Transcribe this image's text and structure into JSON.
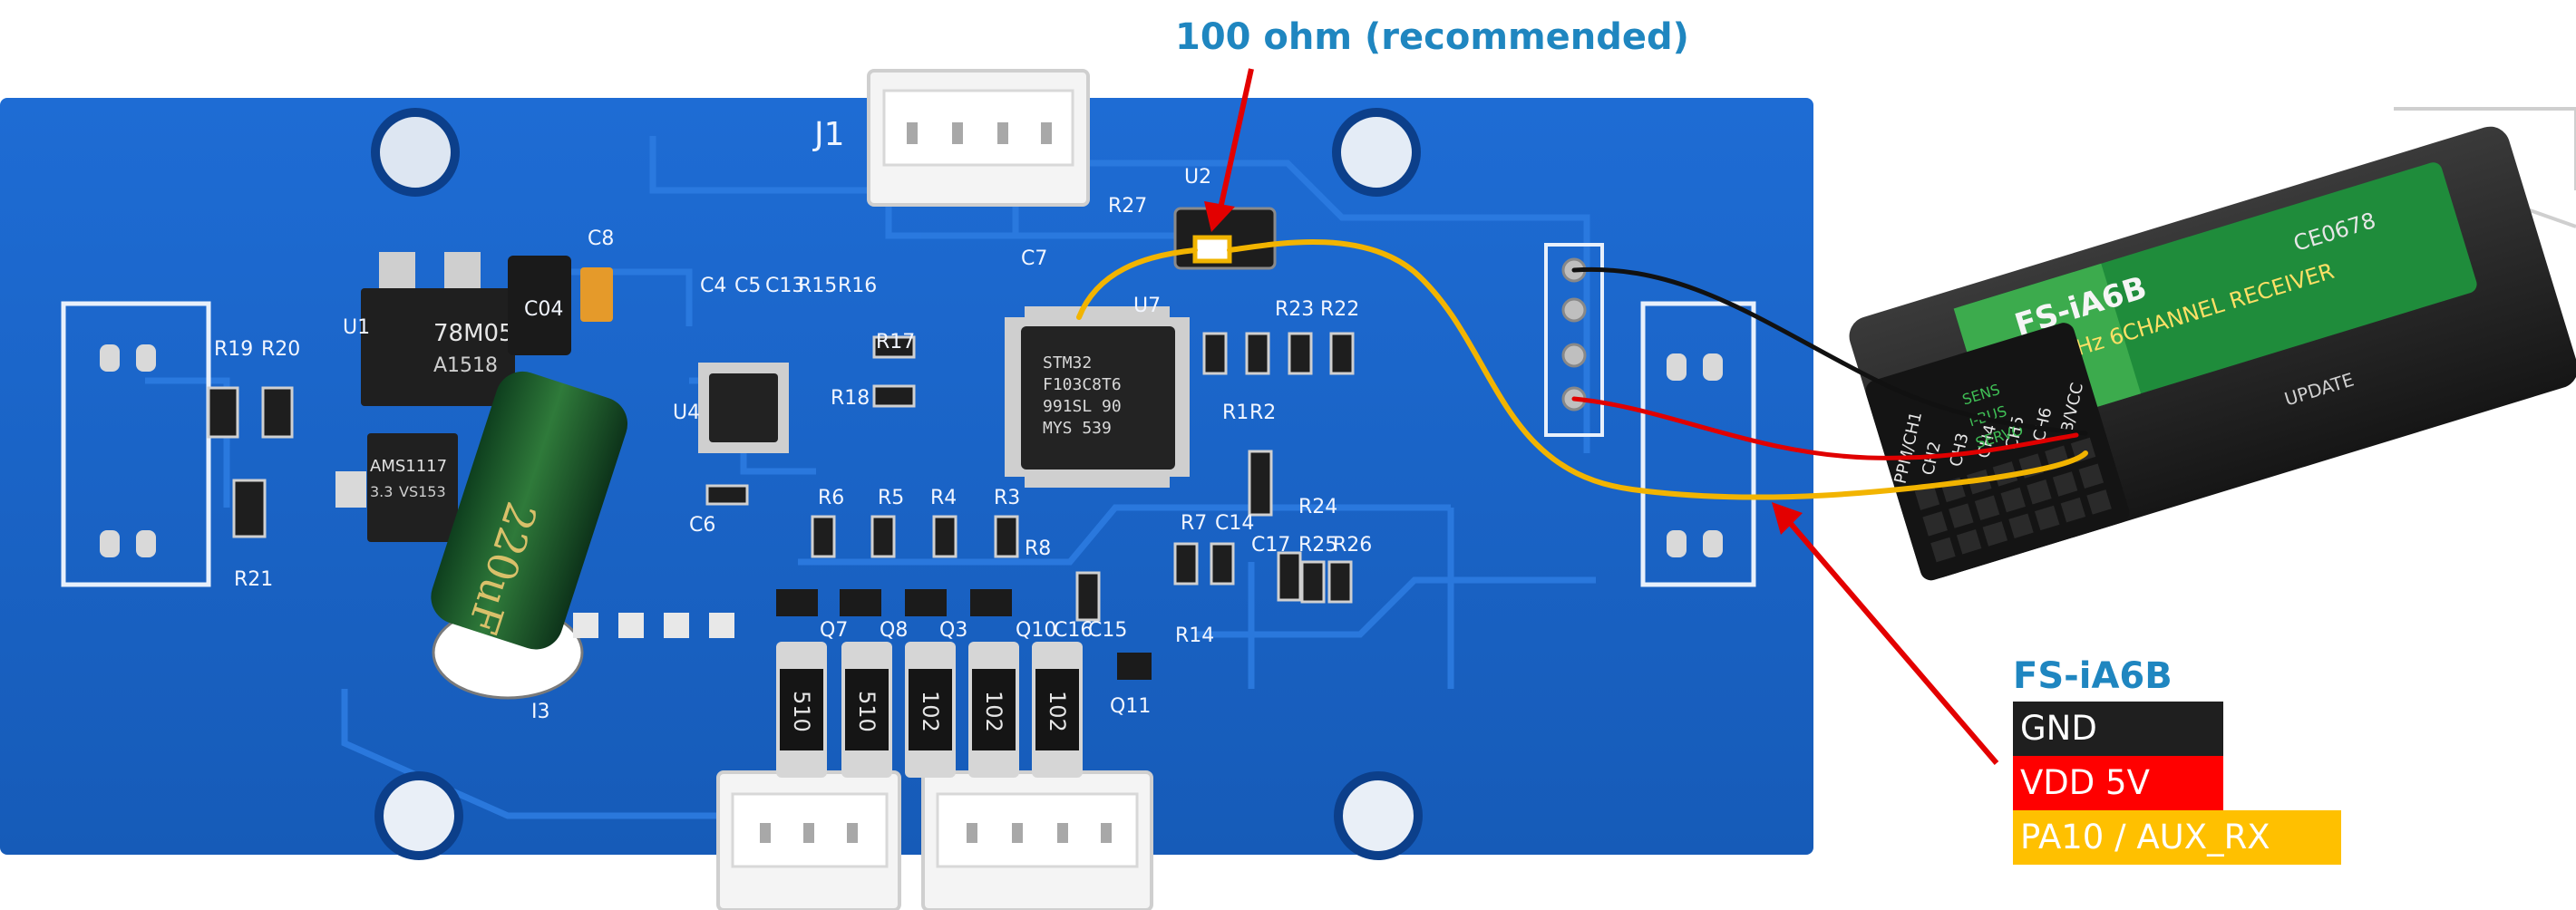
{
  "annotation": {
    "resistor_note": "100 ohm (recommended)"
  },
  "board": {
    "connector_labels": [
      "J1"
    ],
    "component_labels": [
      "U1",
      "U2",
      "U4",
      "U7",
      "C8",
      "C04",
      "C4",
      "C5",
      "C13",
      "C7",
      "C6",
      "R15",
      "R16",
      "R17",
      "R18",
      "R19",
      "R20",
      "R21",
      "R27",
      "R23",
      "R22",
      "R1",
      "R2",
      "R24",
      "R6",
      "R5",
      "R4",
      "R3",
      "R8",
      "R7",
      "C14",
      "C17",
      "R25",
      "R26",
      "R14",
      "Q7",
      "Q8",
      "Q3",
      "Q10",
      "C16",
      "C15",
      "Q11",
      "I3"
    ],
    "chip_text": [
      "STM32",
      "F103C8T6",
      "991SL 90",
      "MYS 539"
    ],
    "regulator_text": [
      "78M05",
      "A1518"
    ],
    "ldo_text": [
      "AMS1117",
      "3.3",
      "VS153"
    ],
    "capacitor_text": "220uF",
    "power_resistor_marks": [
      "510",
      "510",
      "102",
      "102",
      "102"
    ]
  },
  "receiver": {
    "model": "FS-iA6B",
    "id_text": "CE0678",
    "band_text": "2.4GHz 6CHANNEL RECEIVER",
    "update_text": "UPDATE",
    "channel_labels": [
      "PPM/CH1",
      "CH2",
      "CH3",
      "CH4",
      "CH5",
      "CH6",
      "B/VCC"
    ],
    "sub_labels": [
      "SENS",
      "i-BUS",
      "SERVO"
    ]
  },
  "legend": {
    "title": "FS-iA6B",
    "rows": [
      {
        "label": "GND",
        "color": "#1f1f1f"
      },
      {
        "label": "VDD 5V",
        "color": "#ff0000"
      },
      {
        "label": "PA10 / AUX_RX",
        "color": "#ffc000"
      }
    ]
  },
  "colors": {
    "pcb": "#1b64c8",
    "annotation_text": "#1f86c0",
    "arrow": "#e30000",
    "wire_gnd": "#111111",
    "wire_vdd": "#e00000",
    "wire_signal": "#f2b400"
  }
}
